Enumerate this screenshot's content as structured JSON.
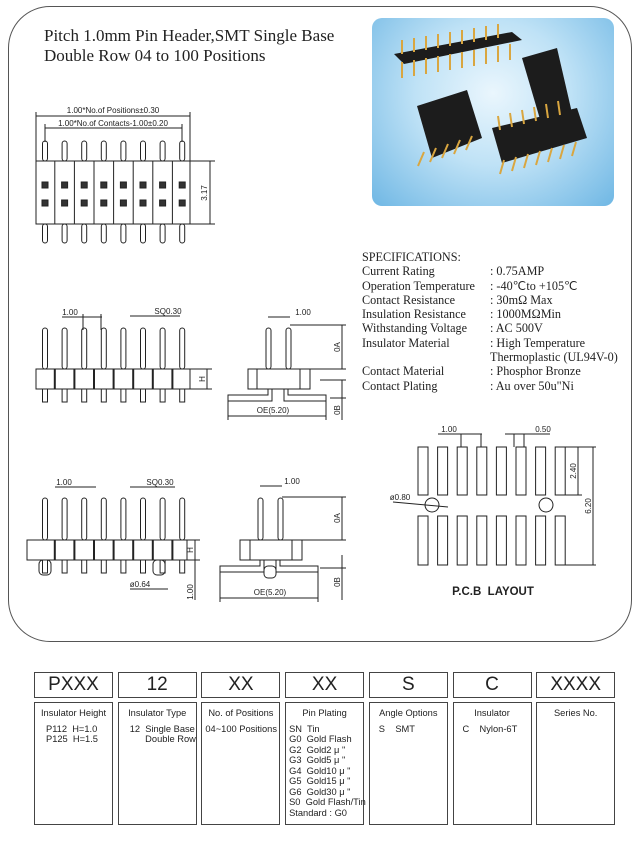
{
  "title": {
    "line1": "Pitch 1.0mm Pin Header,SMT Single Base",
    "line2": "Double Row 04 to 100 Positions"
  },
  "drawing": {
    "top_view": {
      "overall": "1.00*No.of Positions±0.30",
      "contacts": "1.00*No.of Contacts-1.00±0.20",
      "height": "3.17"
    },
    "side_view_1": {
      "pitch": "1.00",
      "square": "SQ0.30",
      "h": "H",
      "side_pitch": "1.00",
      "oa": "0A",
      "ob": "0B",
      "oe": "OE(5.20)"
    },
    "side_view_2": {
      "pitch": "1.00",
      "square": "SQ0.30",
      "h": "H",
      "post_dia": "ø0.64",
      "post_len": "1.00",
      "side_pitch": "1.00",
      "oa": "0A",
      "ob": "0B",
      "oe": "OE(5.20)"
    },
    "pcb": {
      "pitch": "1.00",
      "pad_width": "0.50",
      "pad_len": "2.40",
      "span": "6.20",
      "hole": "ø0.80",
      "label": "P.C.B  LAYOUT"
    }
  },
  "specs": {
    "heading": "SPECIFICATIONS:",
    "rows": [
      {
        "k": "Current Rating",
        "v": ": 0.75AMP"
      },
      {
        "k": "Operation  Temperature",
        "v": ": -40℃to +105℃"
      },
      {
        "k": "Contact Resistance",
        "v": ": 30mΩ Max"
      },
      {
        "k": "Insulation Resistance",
        "v": ": 1000MΩMin"
      },
      {
        "k": "Withstanding Voltage",
        "v": ": AC 500V"
      },
      {
        "k": "Insulator Material",
        "v": ": High Temperature"
      },
      {
        "k": "",
        "v": "Thermoplastic (UL94V-0)"
      },
      {
        "k": "Contact Material",
        "v": ": Phosphor Bronze"
      },
      {
        "k": "Contact Plating",
        "v": ": Au over 50u\"Ni"
      }
    ]
  },
  "ordering": [
    {
      "code": "PXXX",
      "heading": "Insulator Height",
      "lines": [
        "P112  H=1.0",
        "P125  H=1.5"
      ]
    },
    {
      "code": "12",
      "heading": "Insulator Type",
      "lines": [
        "12  Single Base",
        "      Double Row"
      ]
    },
    {
      "code": "XX",
      "heading": "No. of Positions",
      "lines": [
        "04~100 Positions"
      ]
    },
    {
      "code": "XX",
      "heading": "Pin Plating",
      "lines": [
        "SN  Tin",
        "G0  Gold Flash",
        "G2  Gold2 μ \"",
        "G3  Gold5 μ \"",
        "G4  Gold10 μ \"",
        "G5  Gold15 μ \"",
        "G6  Gold30 μ \"",
        "S0  Gold Flash/Tin",
        "Standard : G0"
      ]
    },
    {
      "code": "S",
      "heading": "Angle Options",
      "lines": [
        "S    SMT"
      ]
    },
    {
      "code": "C",
      "heading": "Insulator",
      "lines": [
        "C    Nylon-6T"
      ]
    },
    {
      "code": "XXXX",
      "heading": "Series No.",
      "lines": []
    }
  ]
}
